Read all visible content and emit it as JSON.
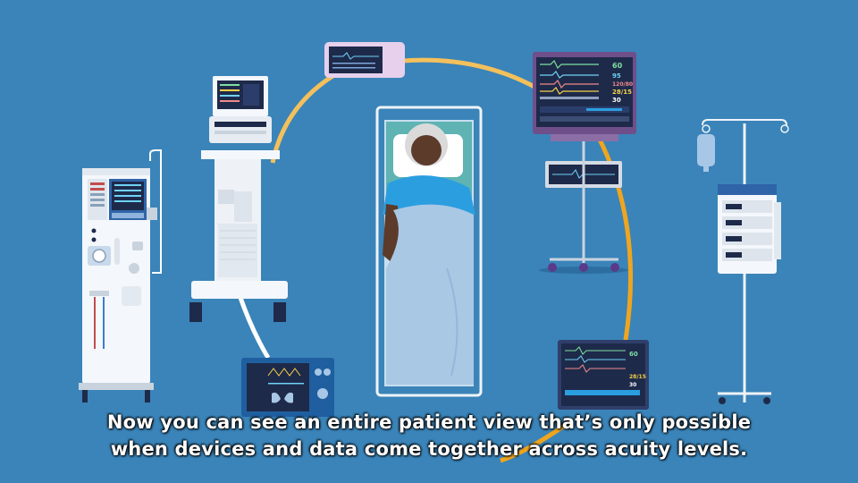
{
  "caption": {
    "line1": "Now you can see an entire patient view that’s only possible",
    "line2": "when devices and data come together across acuity levels."
  },
  "monitor": {
    "hr": "60",
    "spo2": "95",
    "bp": "120/80",
    "pap": "28/15",
    "rr": "30"
  },
  "colors": {
    "background": "#3a84b9",
    "ring": "#f3c05c",
    "ring_dark": "#f0a51e",
    "monitor_screen": "#1e2a4a",
    "monitor_frame": "#6e4f8a",
    "sheet": "#b9d4ea",
    "gown": "#2b9ee0"
  }
}
